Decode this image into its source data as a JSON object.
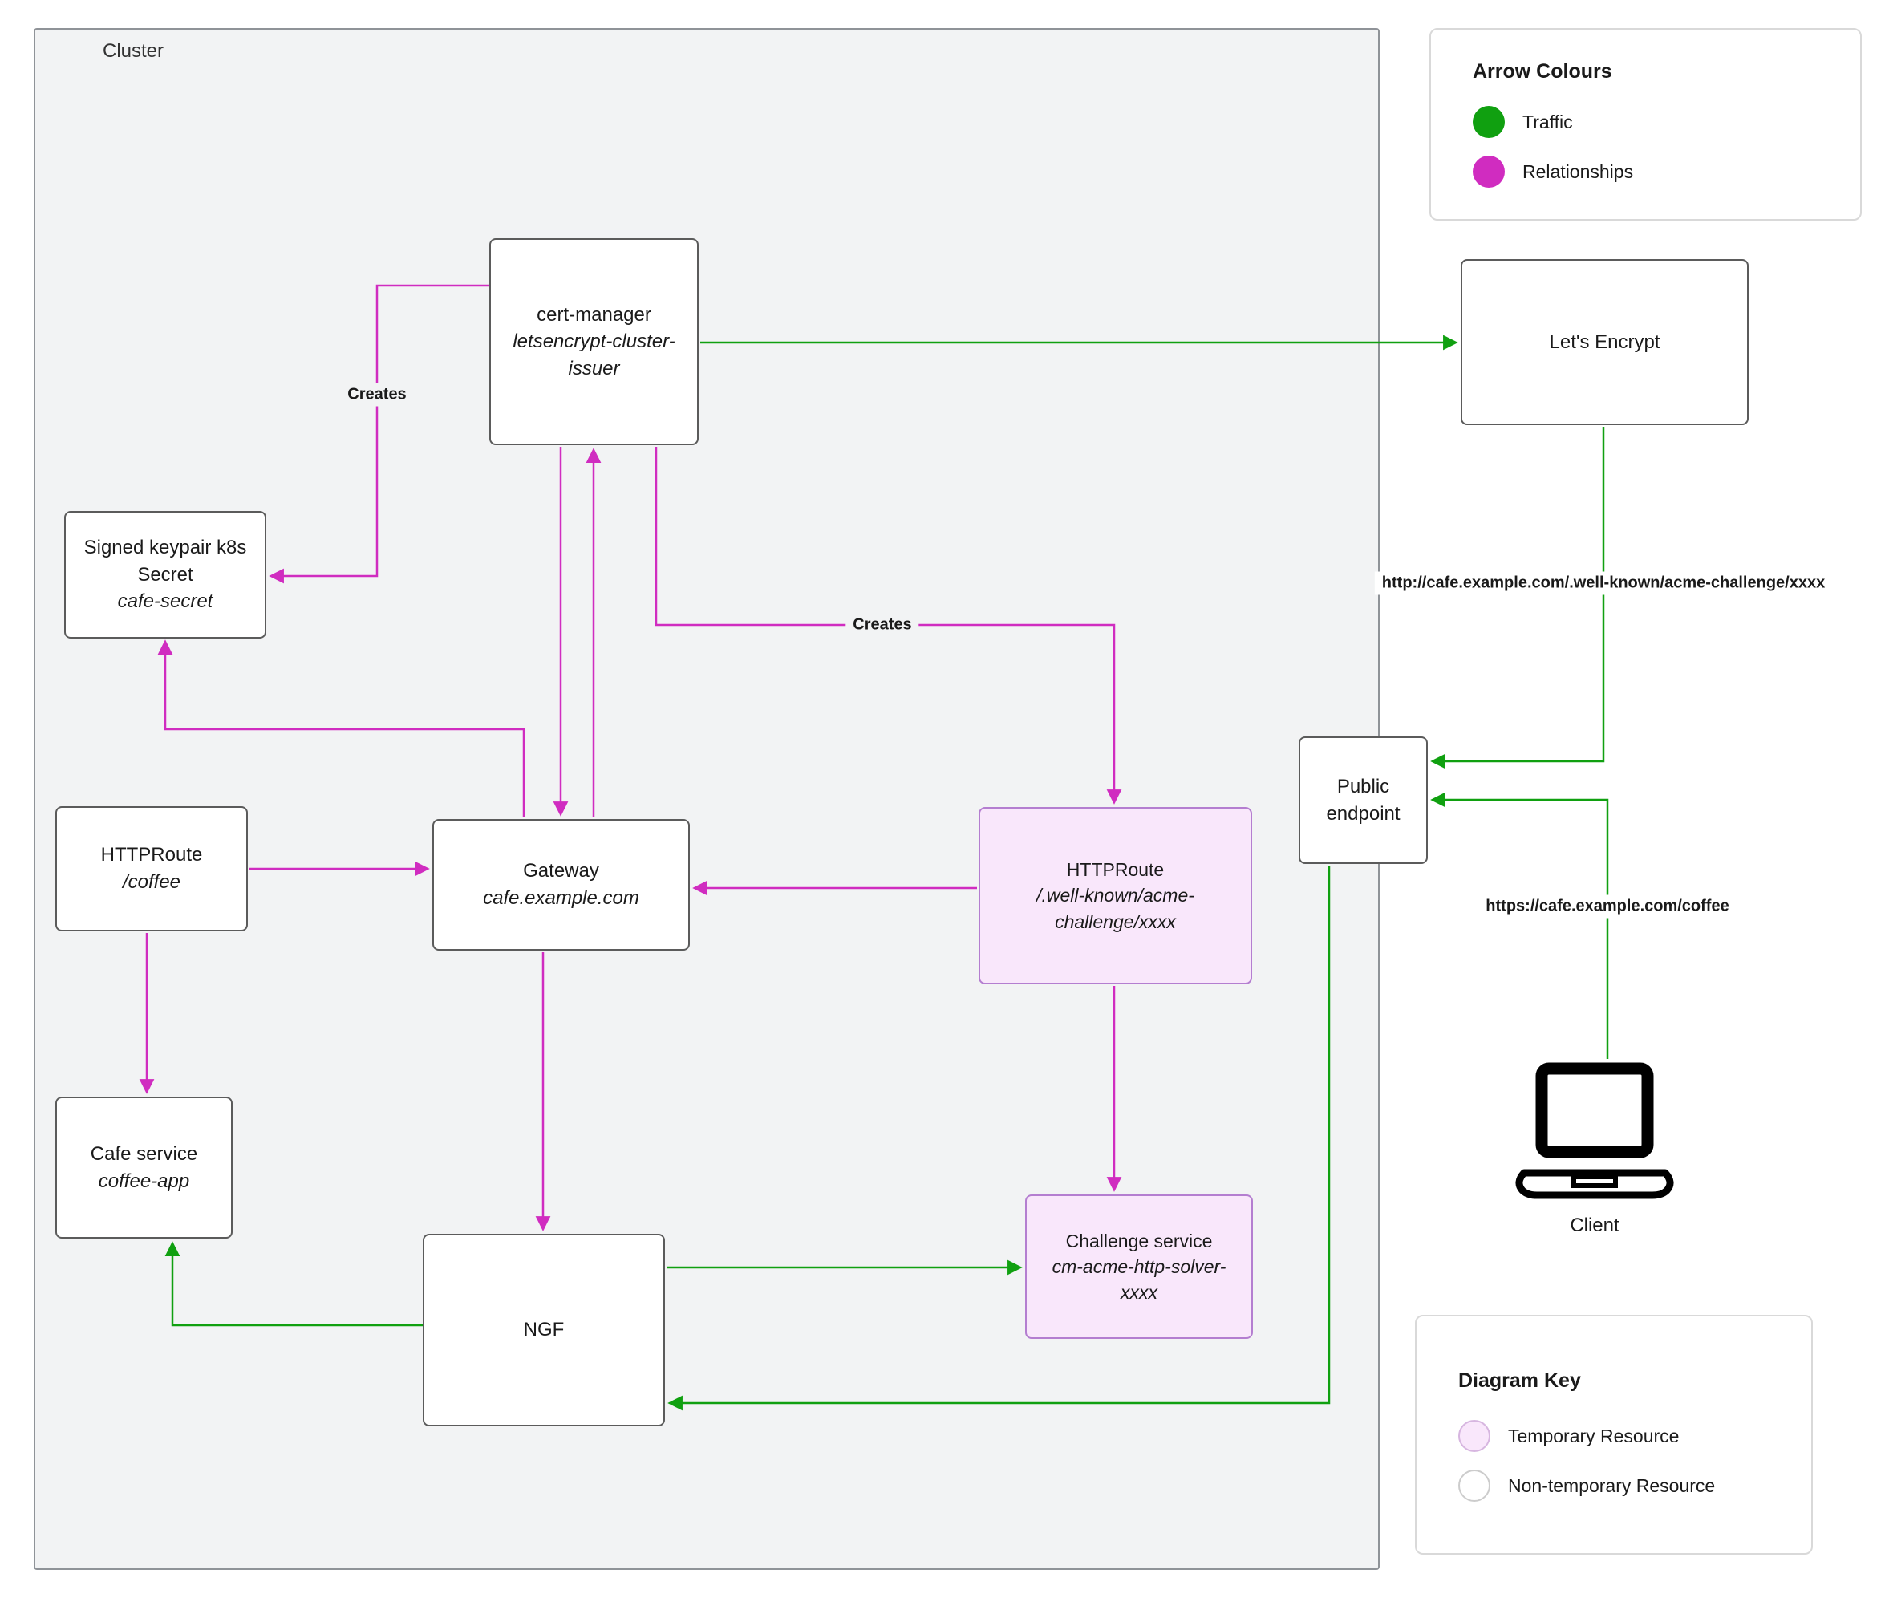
{
  "diagram": {
    "cluster_label": "Cluster"
  },
  "nodes": {
    "cert_manager": {
      "title": "cert-manager",
      "subtitle": "letsencrypt-cluster-issuer"
    },
    "signed_keypair_secret": {
      "title": "Signed keypair k8s Secret",
      "subtitle": "cafe-secret"
    },
    "httproute_coffee": {
      "title": "HTTPRoute",
      "subtitle": "/coffee"
    },
    "gateway": {
      "title": "Gateway",
      "subtitle": "cafe.example.com"
    },
    "httproute_acme_challenge": {
      "title": "HTTPRoute",
      "subtitle": "/.well-known/acme-challenge/xxxx"
    },
    "cafe_service": {
      "title": "Cafe service",
      "subtitle": "coffee-app"
    },
    "challenge_service": {
      "title": "Challenge service",
      "subtitle": "cm-acme-http-solver-xxxx"
    },
    "ngf": {
      "title": "NGF"
    },
    "lets_encrypt": {
      "title": "Let's Encrypt"
    },
    "public_endpoint": {
      "title": "Public endpoint"
    },
    "client": {
      "label": "Client"
    }
  },
  "edge_labels": {
    "creates_secret": "Creates",
    "creates_httproute": "Creates",
    "acme_challenge_url": "http://cafe.example.com/.well-known/acme-challenge/xxxx",
    "coffee_url": "https://cafe.example.com/coffee"
  },
  "arrow_colours_legend": {
    "title": "Arrow Colours",
    "items": [
      {
        "label": "Traffic",
        "color": "#10a010"
      },
      {
        "label": "Relationships",
        "color": "#d02cc0"
      }
    ]
  },
  "diagram_key_legend": {
    "title": "Diagram Key",
    "items": [
      {
        "label": "Temporary Resource",
        "color": "#f9e7fb"
      },
      {
        "label": "Non-temporary Resource",
        "color": "#ffffff"
      }
    ]
  },
  "colors": {
    "traffic_arrow": "#10a010",
    "relationship_arrow": "#d02cc0",
    "temporary_resource_fill": "#f9e7fb",
    "node_border": "#5b5b5b",
    "cluster_background": "#f2f3f4"
  }
}
